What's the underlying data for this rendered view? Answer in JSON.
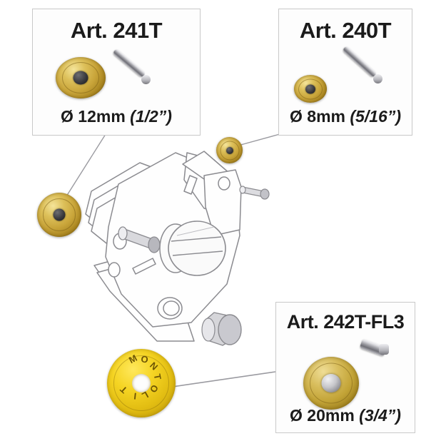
{
  "image": {
    "kind": "exploded-parts-diagram",
    "subject": "Tile cutter scoring wheel assembly with replacement cutting wheels",
    "background_color": "#ffffff"
  },
  "colors": {
    "panel_border": "#c9c9c9",
    "panel_fill": "#fdfdfd",
    "text": "#1b1b1b",
    "gold_wheel": "#c9a53a",
    "yellow_wheel": "#f5d423",
    "steel_pin": "#9a9aa0",
    "leader_line": "#9a9aa0",
    "drawing_line": "#8b8b90"
  },
  "panels": [
    {
      "id": "panel-241t",
      "title": "Art. 241T",
      "dimension_metric": "Ø 12mm",
      "dimension_imperial": "(1/2”)",
      "parts": [
        "gold-cutting-wheel",
        "steel-axle-pin"
      ]
    },
    {
      "id": "panel-240t",
      "title": "Art. 240T",
      "dimension_metric": "Ø 8mm",
      "dimension_imperial": "(5/16”)",
      "parts": [
        "gold-cutting-wheel",
        "steel-axle-pin"
      ]
    },
    {
      "id": "panel-242t-fl3",
      "title": "Art. 242T-FL3",
      "dimension_metric": "Ø 20mm",
      "dimension_imperial": "(3/4”)",
      "parts": [
        "brass-cutting-wheel",
        "steel-bushing"
      ]
    }
  ],
  "assembly": {
    "name": "scoring-head-assembly",
    "components": [
      "mounting-bracket-plate",
      "knurled-adjustment-knob",
      "pivot-pin",
      "slotted-arm",
      "grip-knob",
      "axle-pin"
    ]
  },
  "loose_parts": [
    {
      "id": "wheel-12mm-on-machine",
      "label": "gold cutting wheel 12mm",
      "linked_panel": "panel-241t"
    },
    {
      "id": "wheel-8mm-on-machine",
      "label": "gold cutting wheel 8mm",
      "linked_panel": "panel-240t"
    },
    {
      "id": "wheel-20mm-branded",
      "label": "yellow branded cutting wheel 20mm",
      "linked_panel": "panel-242t-fl3",
      "brand_text": "MONTOLIT"
    }
  ],
  "brand": {
    "name": "MONTOLIT",
    "letters": [
      "M",
      "O",
      "N",
      "T",
      "O",
      "L",
      "I",
      "T"
    ]
  }
}
